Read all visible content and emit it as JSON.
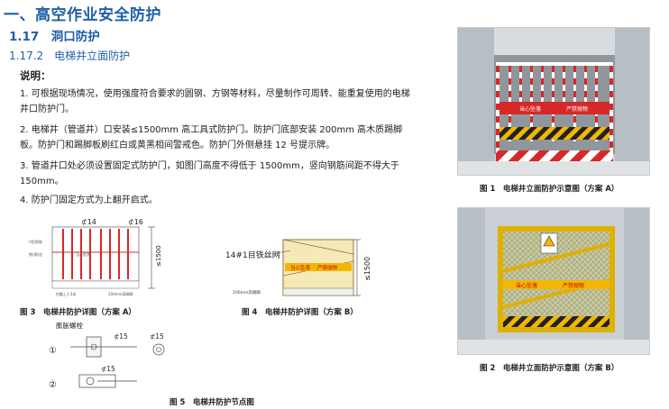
{
  "heading1": "一、高空作业安全防护",
  "heading2": "1.17　洞口防护",
  "heading3": "1.17.2　电梯井立面防护",
  "note_label": "说明：",
  "paragraphs": [
    "1. 可根据现场情况，使用强度符合要求的圆钢、方钢等材料，尽量制作可周转、能重复使用的电梯井口防护门。",
    "2. 电梯井（管道井）口安装≤1500mm 高工具式防护门。防护门底部安装 200mm 高木质踢脚板。防护门和踢脚板刷红白或黄黑相间警戒色。防护门外侧悬挂 12 号提示牌。",
    "3. 管道井口处必须设置固定式防护门，如图门高度不得低于 1500mm，竖向钢筋间距不得大于 150mm。",
    "4. 防护门固定方式为上翻开启式。"
  ],
  "figures": {
    "fig1": {
      "caption": "图 1　电梯井立面防护示意图（方案 A）",
      "sign_left": "当心坠落",
      "sign_right": "严禁抛物"
    },
    "fig2": {
      "caption": "图 2　电梯井立面防护示意图（方案 B）",
      "sign_left": "当心坠落",
      "sign_right": "严禁抛物"
    },
    "fig3": {
      "caption": "图 3　电梯井防护详图（方案 A）",
      "d14": "⊄14",
      "d16": "⊄16",
      "height": "≤1500",
      "label_a": "U型角铁",
      "label_b": "铁(钢)丝",
      "label_c": "约翻上1:3米",
      "label_d": "200mm高踢脚",
      "label_e": "当心坠落"
    },
    "fig4": {
      "caption": "图 4　电梯井防护详图（方案 B）",
      "mesh": "14#1目铁丝网",
      "height": "≤1500",
      "kick": "200mm高踢脚",
      "sign_left": "当心坠落",
      "sign_right": "严禁抛物"
    },
    "fig5": {
      "caption": "图 5　电梯井防护节点图",
      "bolt": "膨胀螺栓",
      "n1": "①",
      "n2": "②",
      "d15a": "⊄15",
      "d15b": "⊄15",
      "d15c": "⊄15"
    }
  }
}
